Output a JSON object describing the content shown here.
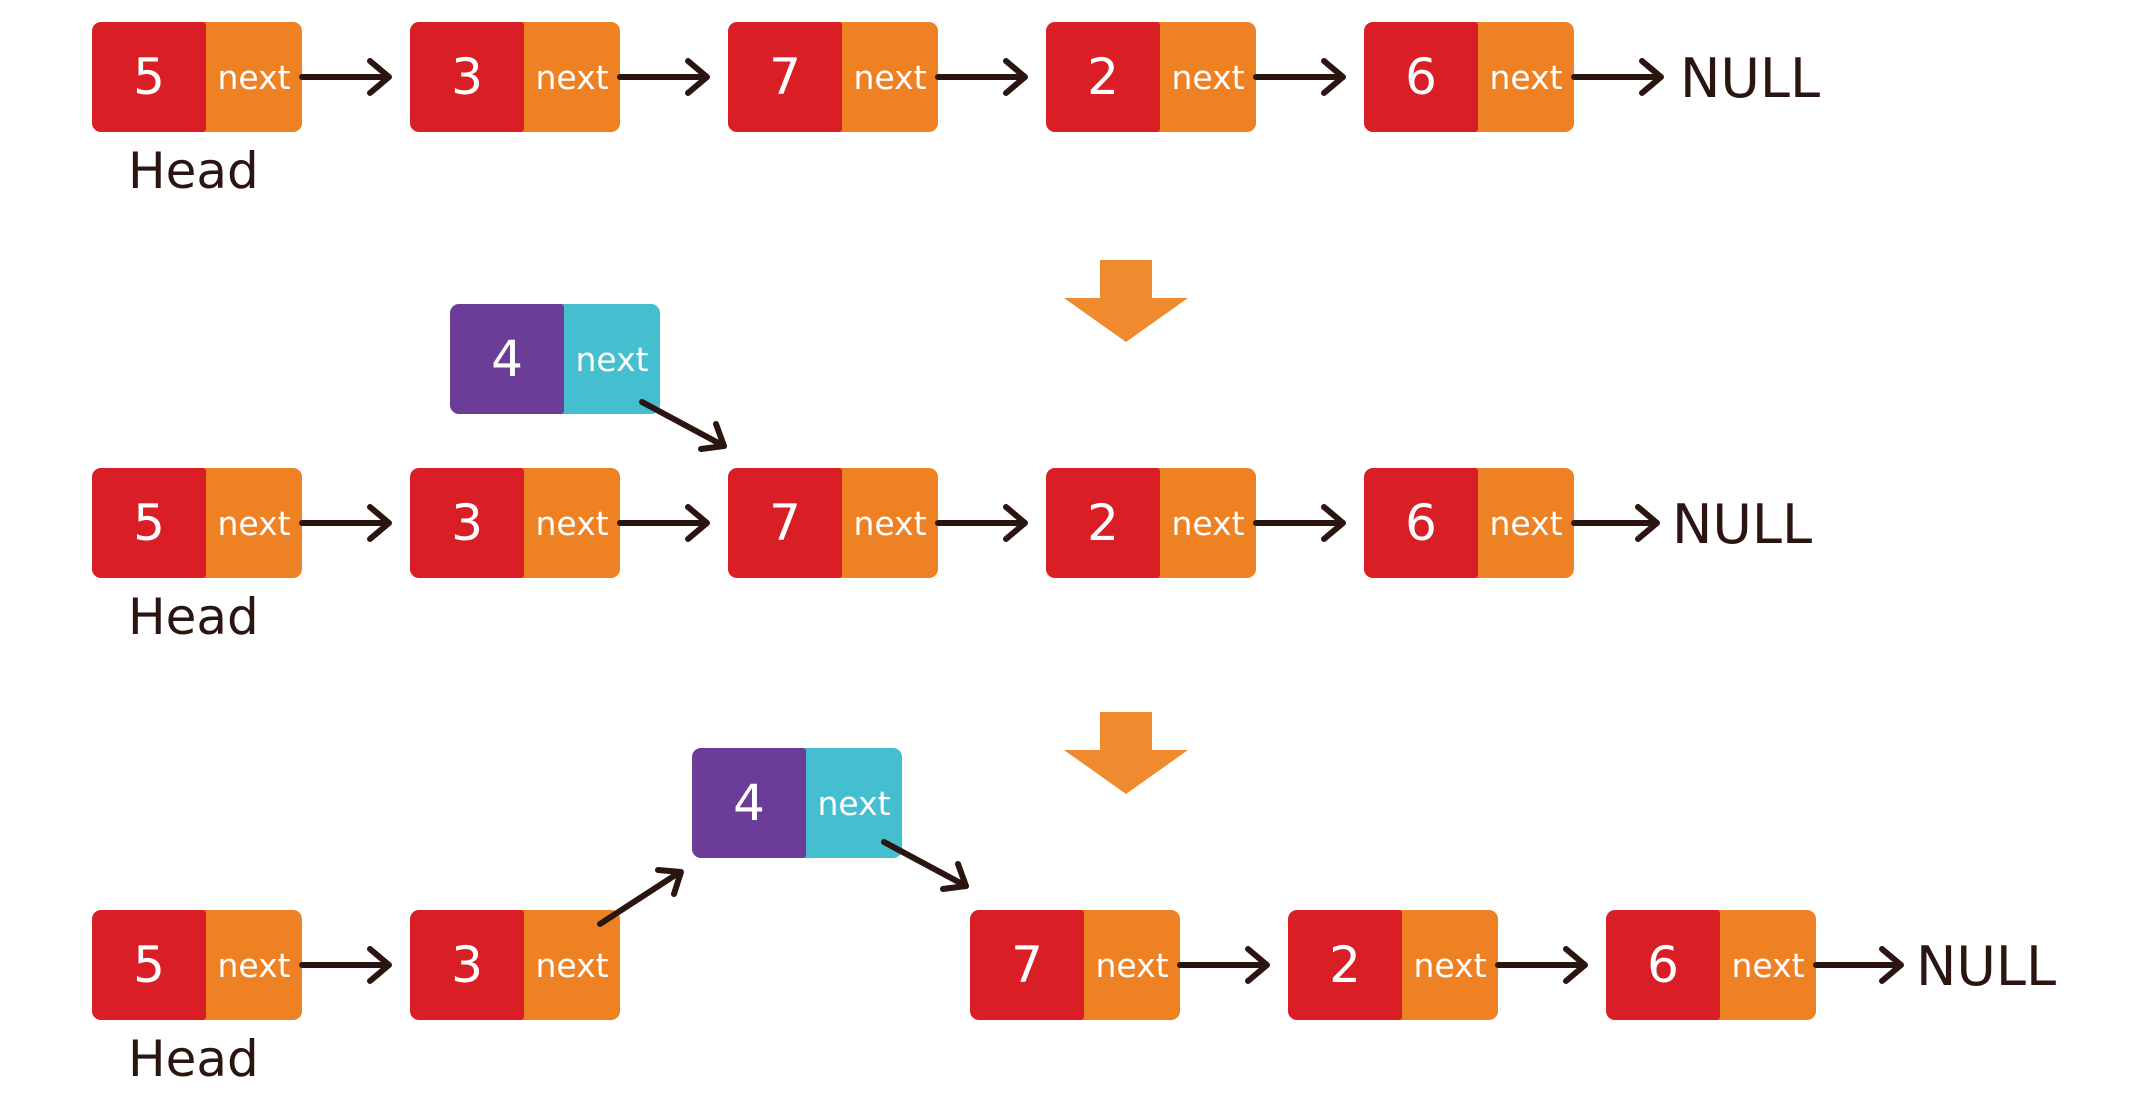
{
  "colors": {
    "node_value": "#d91e26",
    "node_next": "#ef8125",
    "inserted_value": "#6b3d98",
    "inserted_next": "#45bfd0",
    "transition_arrow": "#f08a2e",
    "ink": "#2b1511"
  },
  "next_label": "next",
  "null_label": "NULL",
  "head_label": "Head",
  "step1": {
    "nodes": [
      "5",
      "3",
      "7",
      "2",
      "6"
    ]
  },
  "step2": {
    "nodes": [
      "5",
      "3",
      "7",
      "2",
      "6"
    ],
    "new_node": "4"
  },
  "step3": {
    "nodes": [
      "5",
      "3",
      "4",
      "7",
      "2",
      "6"
    ]
  }
}
